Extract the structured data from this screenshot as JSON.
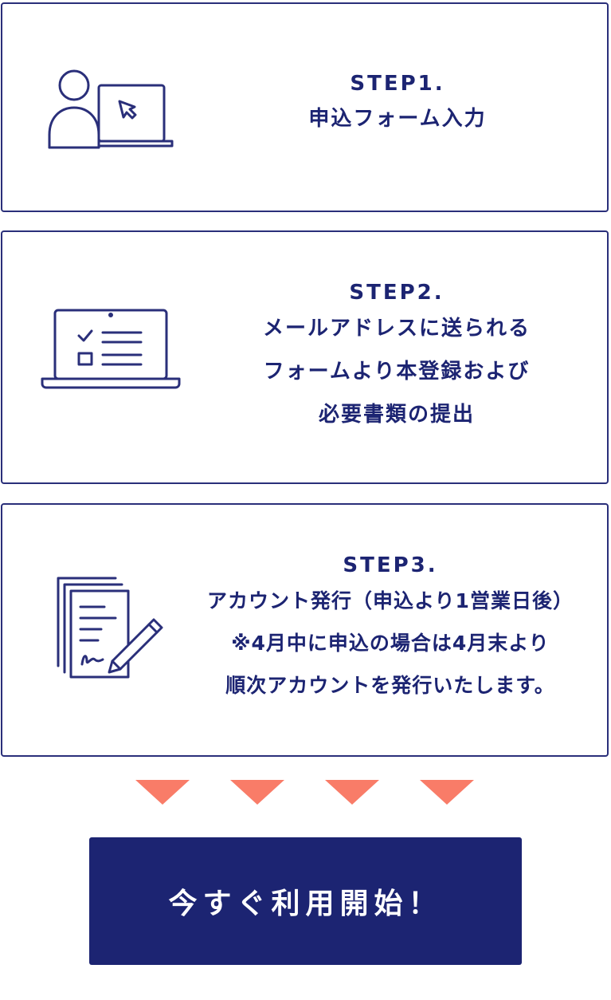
{
  "steps": [
    {
      "label": "STEP1.",
      "lines": [
        "申込フォーム入力"
      ],
      "icon": "person-at-laptop-icon"
    },
    {
      "label": "STEP2.",
      "lines": [
        "メールアドレスに送られる",
        "フォームより本登録および",
        "必要書類の提出"
      ],
      "icon": "laptop-checklist-icon"
    },
    {
      "label": "STEP3.",
      "lines": [
        "アカウント発行（申込より1営業日後）",
        "※4月中に申込の場合は4月末より",
        "順次アカウントを発行いたします。"
      ],
      "icon": "document-sign-icon"
    }
  ],
  "arrows": [
    "chevron-down-icon",
    "chevron-down-icon",
    "chevron-down-icon",
    "chevron-down-icon"
  ],
  "cta": {
    "label": "今すぐ利用開始！"
  },
  "colors": {
    "primary": "#1c2472",
    "border": "#2a2f7a",
    "arrow": "#f97c68",
    "background": "#ffffff"
  }
}
